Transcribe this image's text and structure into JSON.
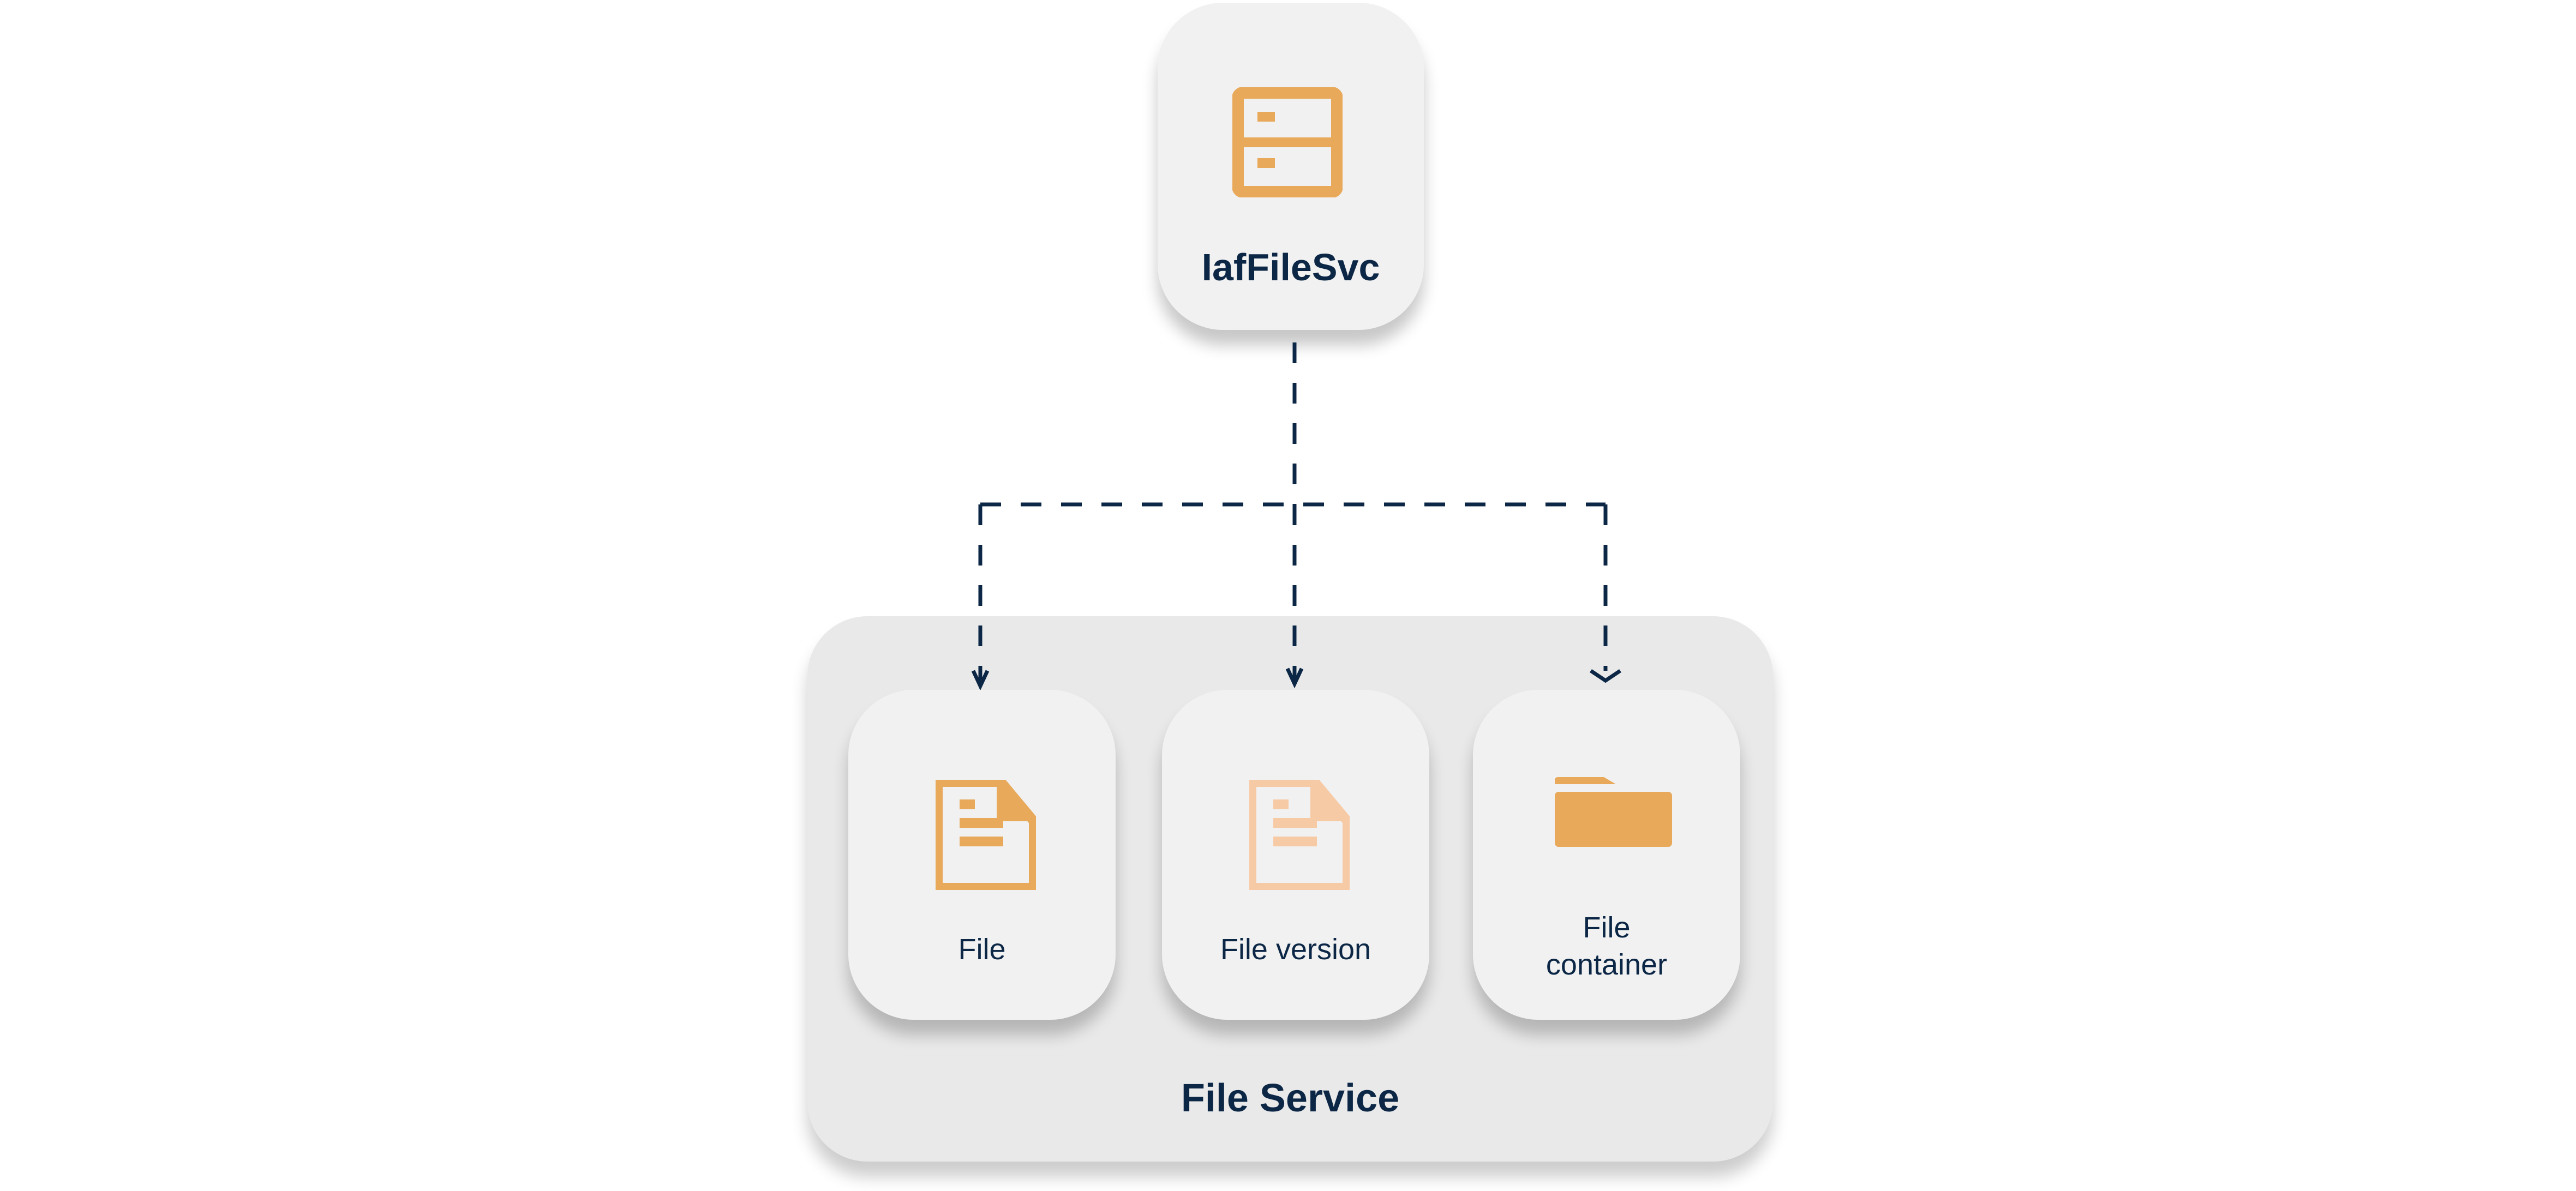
{
  "diagram": {
    "top_node": {
      "label": "IafFileSvc",
      "icon": "server-icon"
    },
    "container": {
      "label": "File Service"
    },
    "children": [
      {
        "label": "File",
        "icon": "document-icon"
      },
      {
        "label": "File version",
        "icon": "document-version-icon"
      },
      {
        "label_line1": "File",
        "label_line2": "container",
        "icon": "folder-icon"
      }
    ],
    "edges": [
      {
        "from": "IafFileSvc",
        "to": "File",
        "style": "dashed"
      },
      {
        "from": "IafFileSvc",
        "to": "File version",
        "style": "dashed"
      },
      {
        "from": "IafFileSvc",
        "to": "File container",
        "style": "dashed"
      }
    ],
    "colors": {
      "accent": "#e8a95a",
      "accent_light": "#f7caa6",
      "text": "#0c2746",
      "node_bg": "#f1f1f1",
      "container_bg": "#e9e9e9"
    }
  }
}
